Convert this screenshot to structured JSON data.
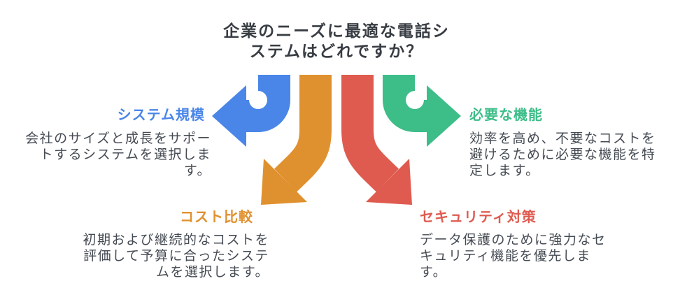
{
  "title": {
    "lines": [
      "企業のニーズに最適な電話シ",
      "ステムはどれですか？"
    ]
  },
  "colors": {
    "blue": "#4a86e8",
    "orange": "#e0912f",
    "red": "#df5b50",
    "green": "#3dbd88",
    "title_text": "#383d43",
    "body_text": "#454b53",
    "background": "#ffffff"
  },
  "branches": {
    "system_scale": {
      "label": "システム規模",
      "description_lines": [
        "会社のサイズと成長をサポー",
        "トするシステムを選択しま",
        "す。"
      ],
      "color": "#4a86e8",
      "arrow_direction": "left"
    },
    "required_features": {
      "label": "必要な機能",
      "description_lines": [
        "効率を高め、不要なコストを",
        "避けるために必要な機能を特",
        "定します。"
      ],
      "color": "#3dbd88",
      "arrow_direction": "right"
    },
    "cost_comparison": {
      "label": "コスト比較",
      "description_lines": [
        "初期および継続的なコストを",
        "評価して予算に合ったシステ",
        "ムを選択します。"
      ],
      "color": "#e0912f",
      "arrow_direction": "down-left"
    },
    "security_measures": {
      "label": "セキュリティ対策",
      "description_lines": [
        "データ保護のために強力なセ",
        "キュリティ機能を優先しま",
        "す。"
      ],
      "color": "#df5b50",
      "arrow_direction": "down-right"
    }
  }
}
